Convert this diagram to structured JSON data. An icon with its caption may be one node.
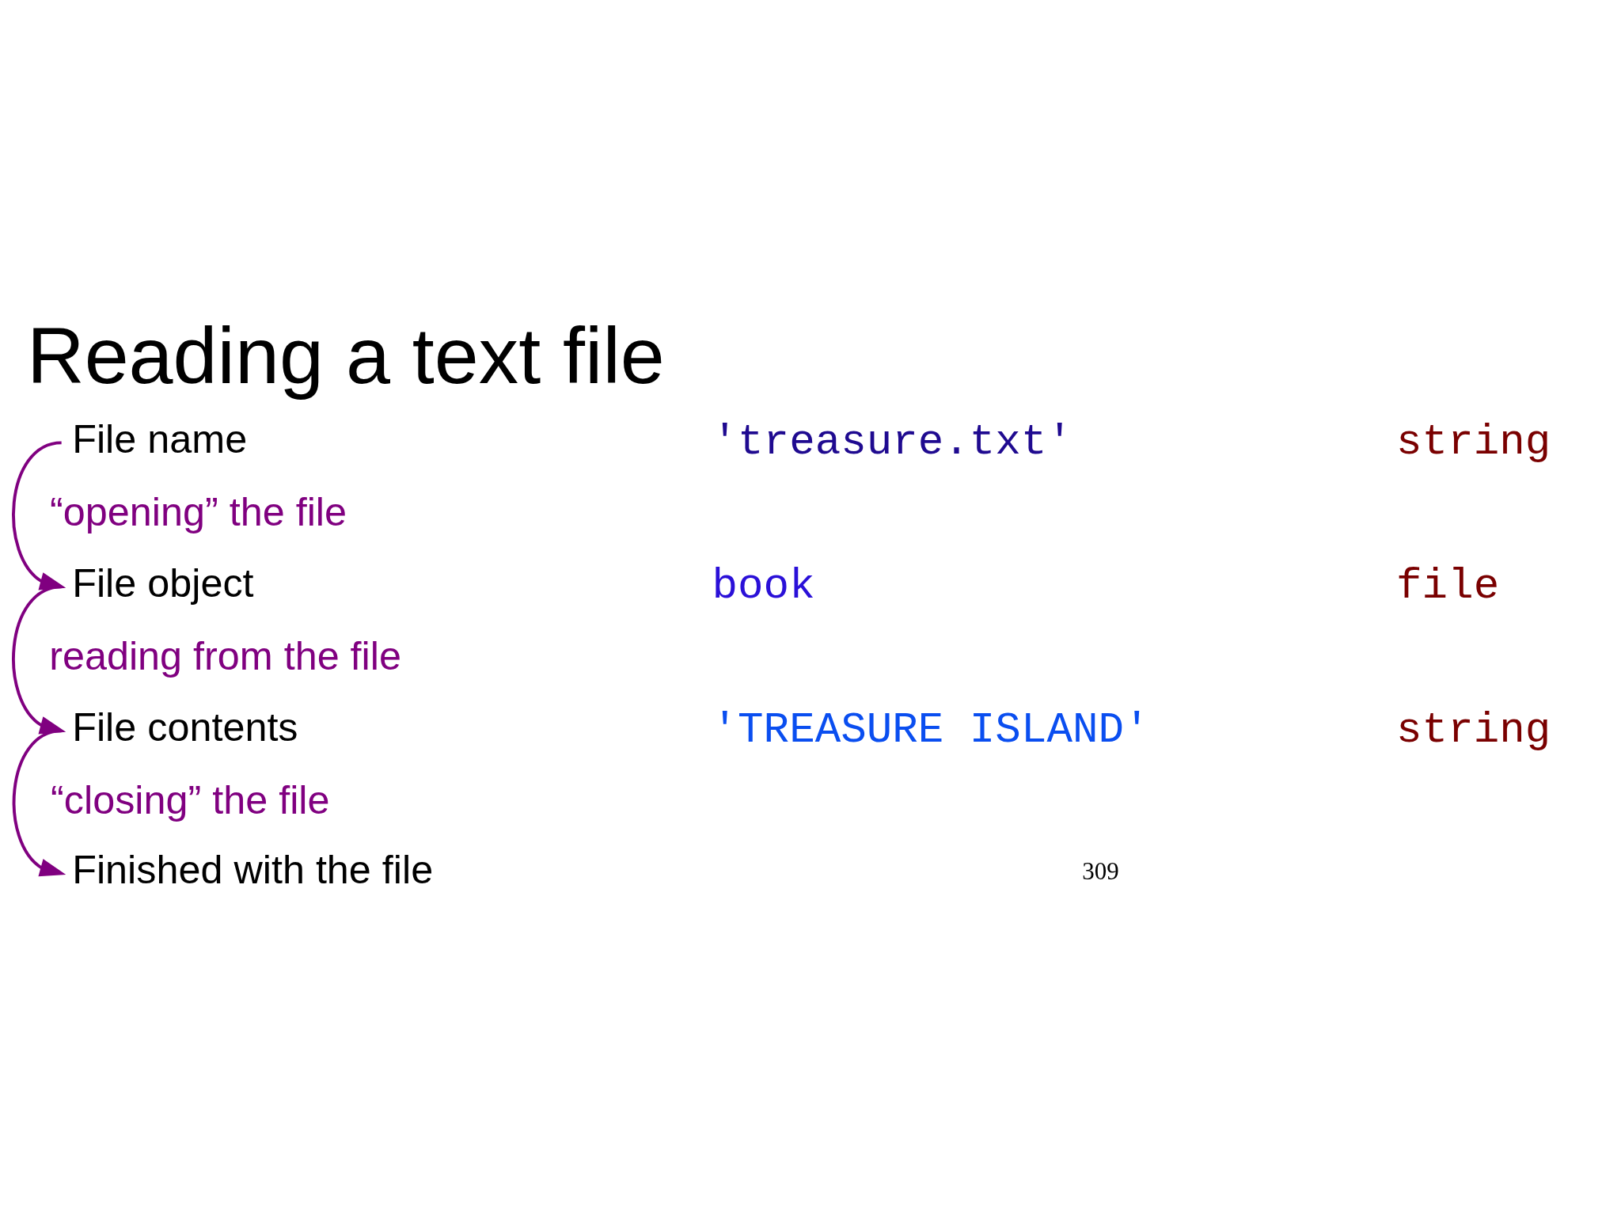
{
  "diagram": {
    "title": "Reading a text file",
    "nodes": [
      {
        "text": [
          "File name"
        ]
      },
      {
        "text": [
          "File object"
        ]
      },
      {
        "text": [
          "File contents"
        ]
      },
      {
        "text": [
          "Finished with the file"
        ]
      }
    ],
    "edges": [
      {
        "from": 0,
        "to": 1,
        "arrow": "to",
        "label": "“opening” the file"
      },
      {
        "from": 1,
        "to": 2,
        "arrow": "to",
        "label": "reading from the file"
      },
      {
        "from": 2,
        "to": 3,
        "arrow": "to",
        "label": "“closing” the file"
      }
    ],
    "labels": [
      "'treasure.txt'",
      "string",
      "book",
      "file",
      "'TREASURE ISLAND'",
      "string",
      "309"
    ]
  }
}
